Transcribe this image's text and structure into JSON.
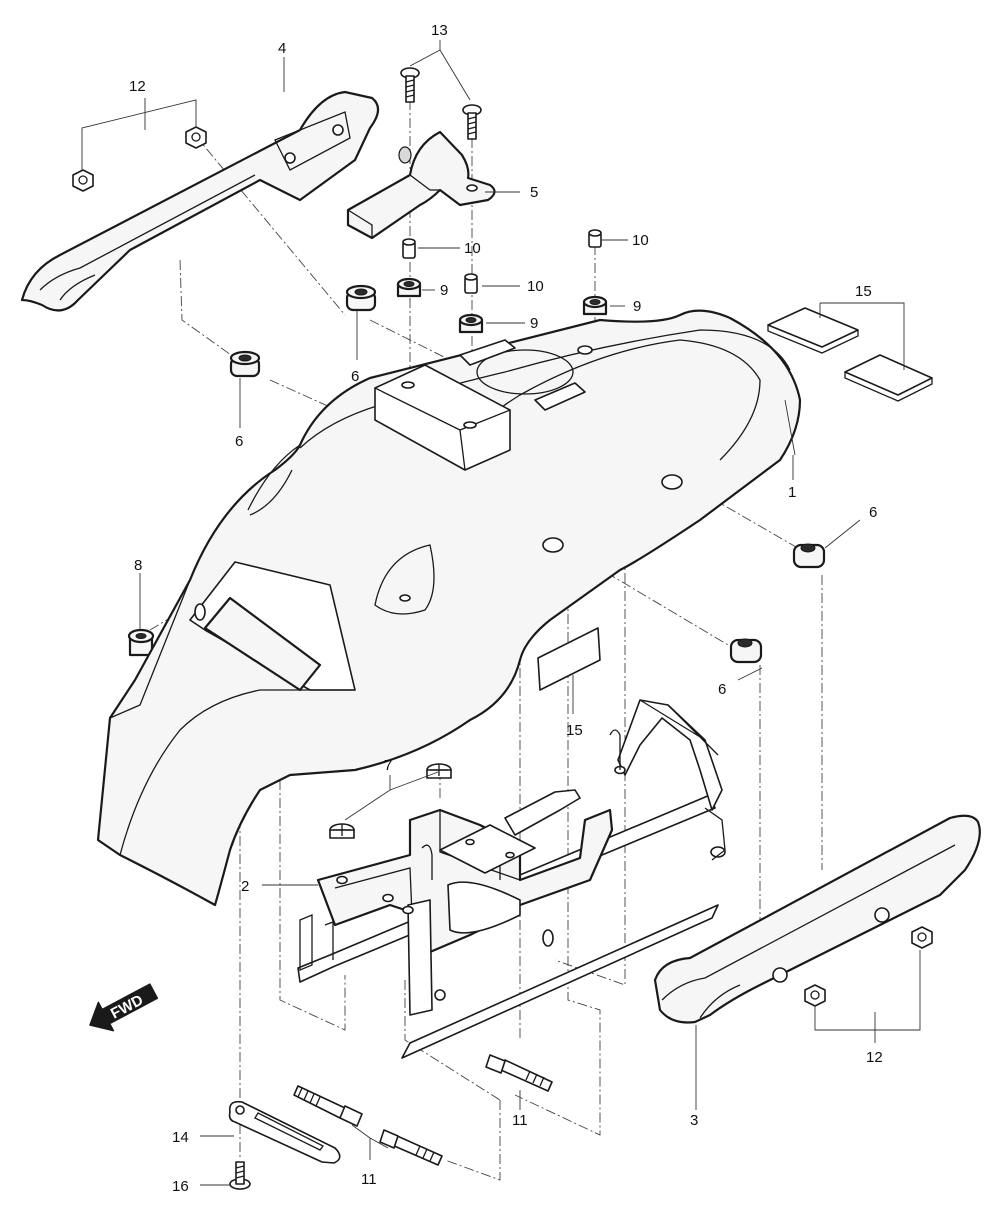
{
  "callouts": {
    "c1": "1",
    "c2": "2",
    "c3": "3",
    "c4": "4",
    "c5": "5",
    "c6a": "6",
    "c6b": "6",
    "c6c": "6",
    "c6d": "6",
    "c7": "7",
    "c8": "8",
    "c9a": "9",
    "c9b": "9",
    "c9c": "9",
    "c10a": "10",
    "c10b": "10",
    "c10c": "10",
    "c11a": "11",
    "c11b": "11",
    "c12a": "12",
    "c12b": "12",
    "c13": "13",
    "c14": "14",
    "c15a": "15",
    "c15b": "15",
    "c16": "16"
  },
  "direction_indicator": "FWD",
  "icons": {
    "direction": "arrow-left-icon"
  },
  "colors": {
    "line": "#1a1a1a",
    "fill": "#f6f6f6",
    "background": "#ffffff"
  }
}
